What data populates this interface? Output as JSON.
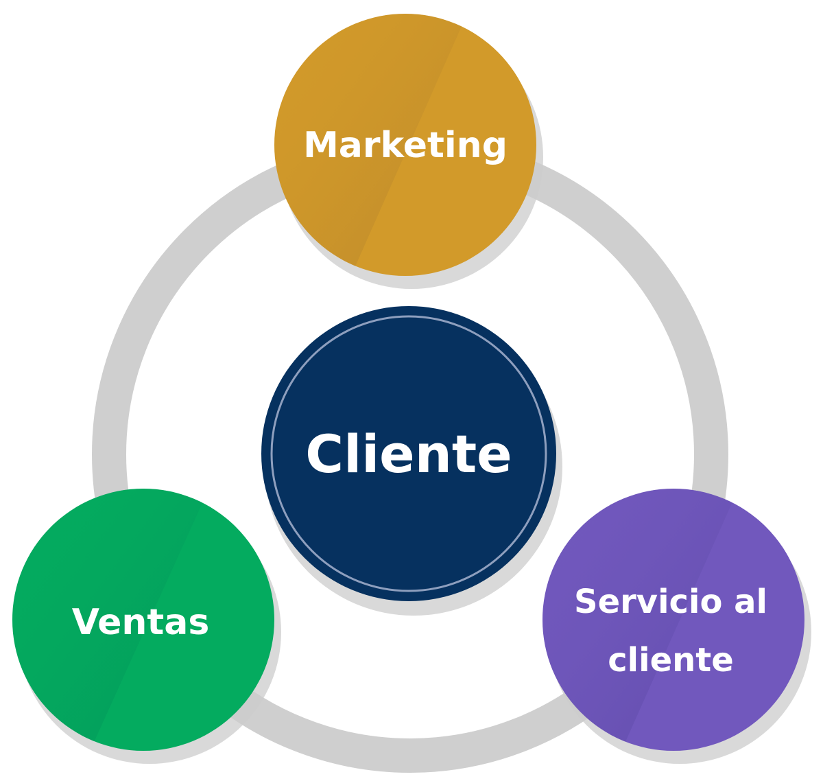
{
  "diagram": {
    "center": {
      "label": "Cliente",
      "color": "#06315f",
      "inner_ring_color": "#8e9fbe"
    },
    "ring": {
      "color": "#cfcfcf"
    },
    "nodes": {
      "marketing": {
        "label": "Marketing",
        "color": "#d29a2a",
        "shade_color": "#b8862c"
      },
      "ventas": {
        "label": "Ventas",
        "color": "#04ab5f",
        "shade_color": "#02965a"
      },
      "servicio": {
        "label_line1": "Servicio al",
        "label_line2": "cliente",
        "color": "#7158bd",
        "shade_color": "#5e4aa8"
      }
    }
  }
}
